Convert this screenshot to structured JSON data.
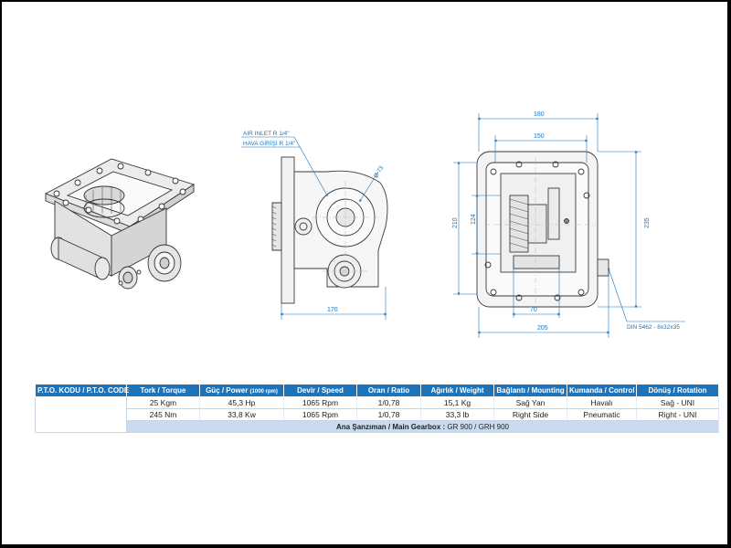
{
  "drawing": {
    "air_inlet_label": "AIR INLET R 1/4\"",
    "hava_girisi_label": "HAVA GİRİŞİ R 1/4\"",
    "dim_diameter": "Ø 73",
    "dim_170": "170",
    "dim_180": "180",
    "dim_150": "150",
    "dim_210": "210",
    "dim_124": "124",
    "dim_235": "235",
    "dim_70": "70",
    "dim_205": "205",
    "din_label": "DIN 5462 - 8x32x35"
  },
  "table": {
    "headers": {
      "code": "P.T.O. KODU / P.T.O. CODE",
      "torque": "Tork / Torque",
      "power": "Güç / Power",
      "power_note": "(1000 rpm)",
      "speed": "Devir / Speed",
      "ratio": "Oran / Ratio",
      "weight": "Ağırlık / Weight",
      "mounting": "Bağlantı / Mounting",
      "control": "Kumanda / Control",
      "rotation": "Dönüş / Rotation"
    },
    "rows": [
      {
        "torque": "25 Kgm",
        "power": "45,3 Hp",
        "speed": "1065 Rpm",
        "ratio": "1/0,78",
        "weight": "15,1 Kg",
        "mounting": "Sağ Yan",
        "control": "Havalı",
        "rotation": "Sağ - UNI"
      },
      {
        "torque": "245 Nm",
        "power": "33,8 Kw",
        "speed": "1065 Rpm",
        "ratio": "1/0,78",
        "weight": "33,3 lb",
        "mounting": "Right Side",
        "control": "Pneumatic",
        "rotation": "Right - UNI"
      }
    ],
    "gearbox_label": "Ana Şanzıman / Main Gearbox :",
    "gearbox_value": "GR 900 / GRH 900"
  },
  "colors": {
    "dimension": "#1c75bc",
    "header_bg": "#1c75bc",
    "gearbox_row_bg": "#c9dbef",
    "frame": "#000000",
    "drawing_line": "#3a3a3a"
  }
}
